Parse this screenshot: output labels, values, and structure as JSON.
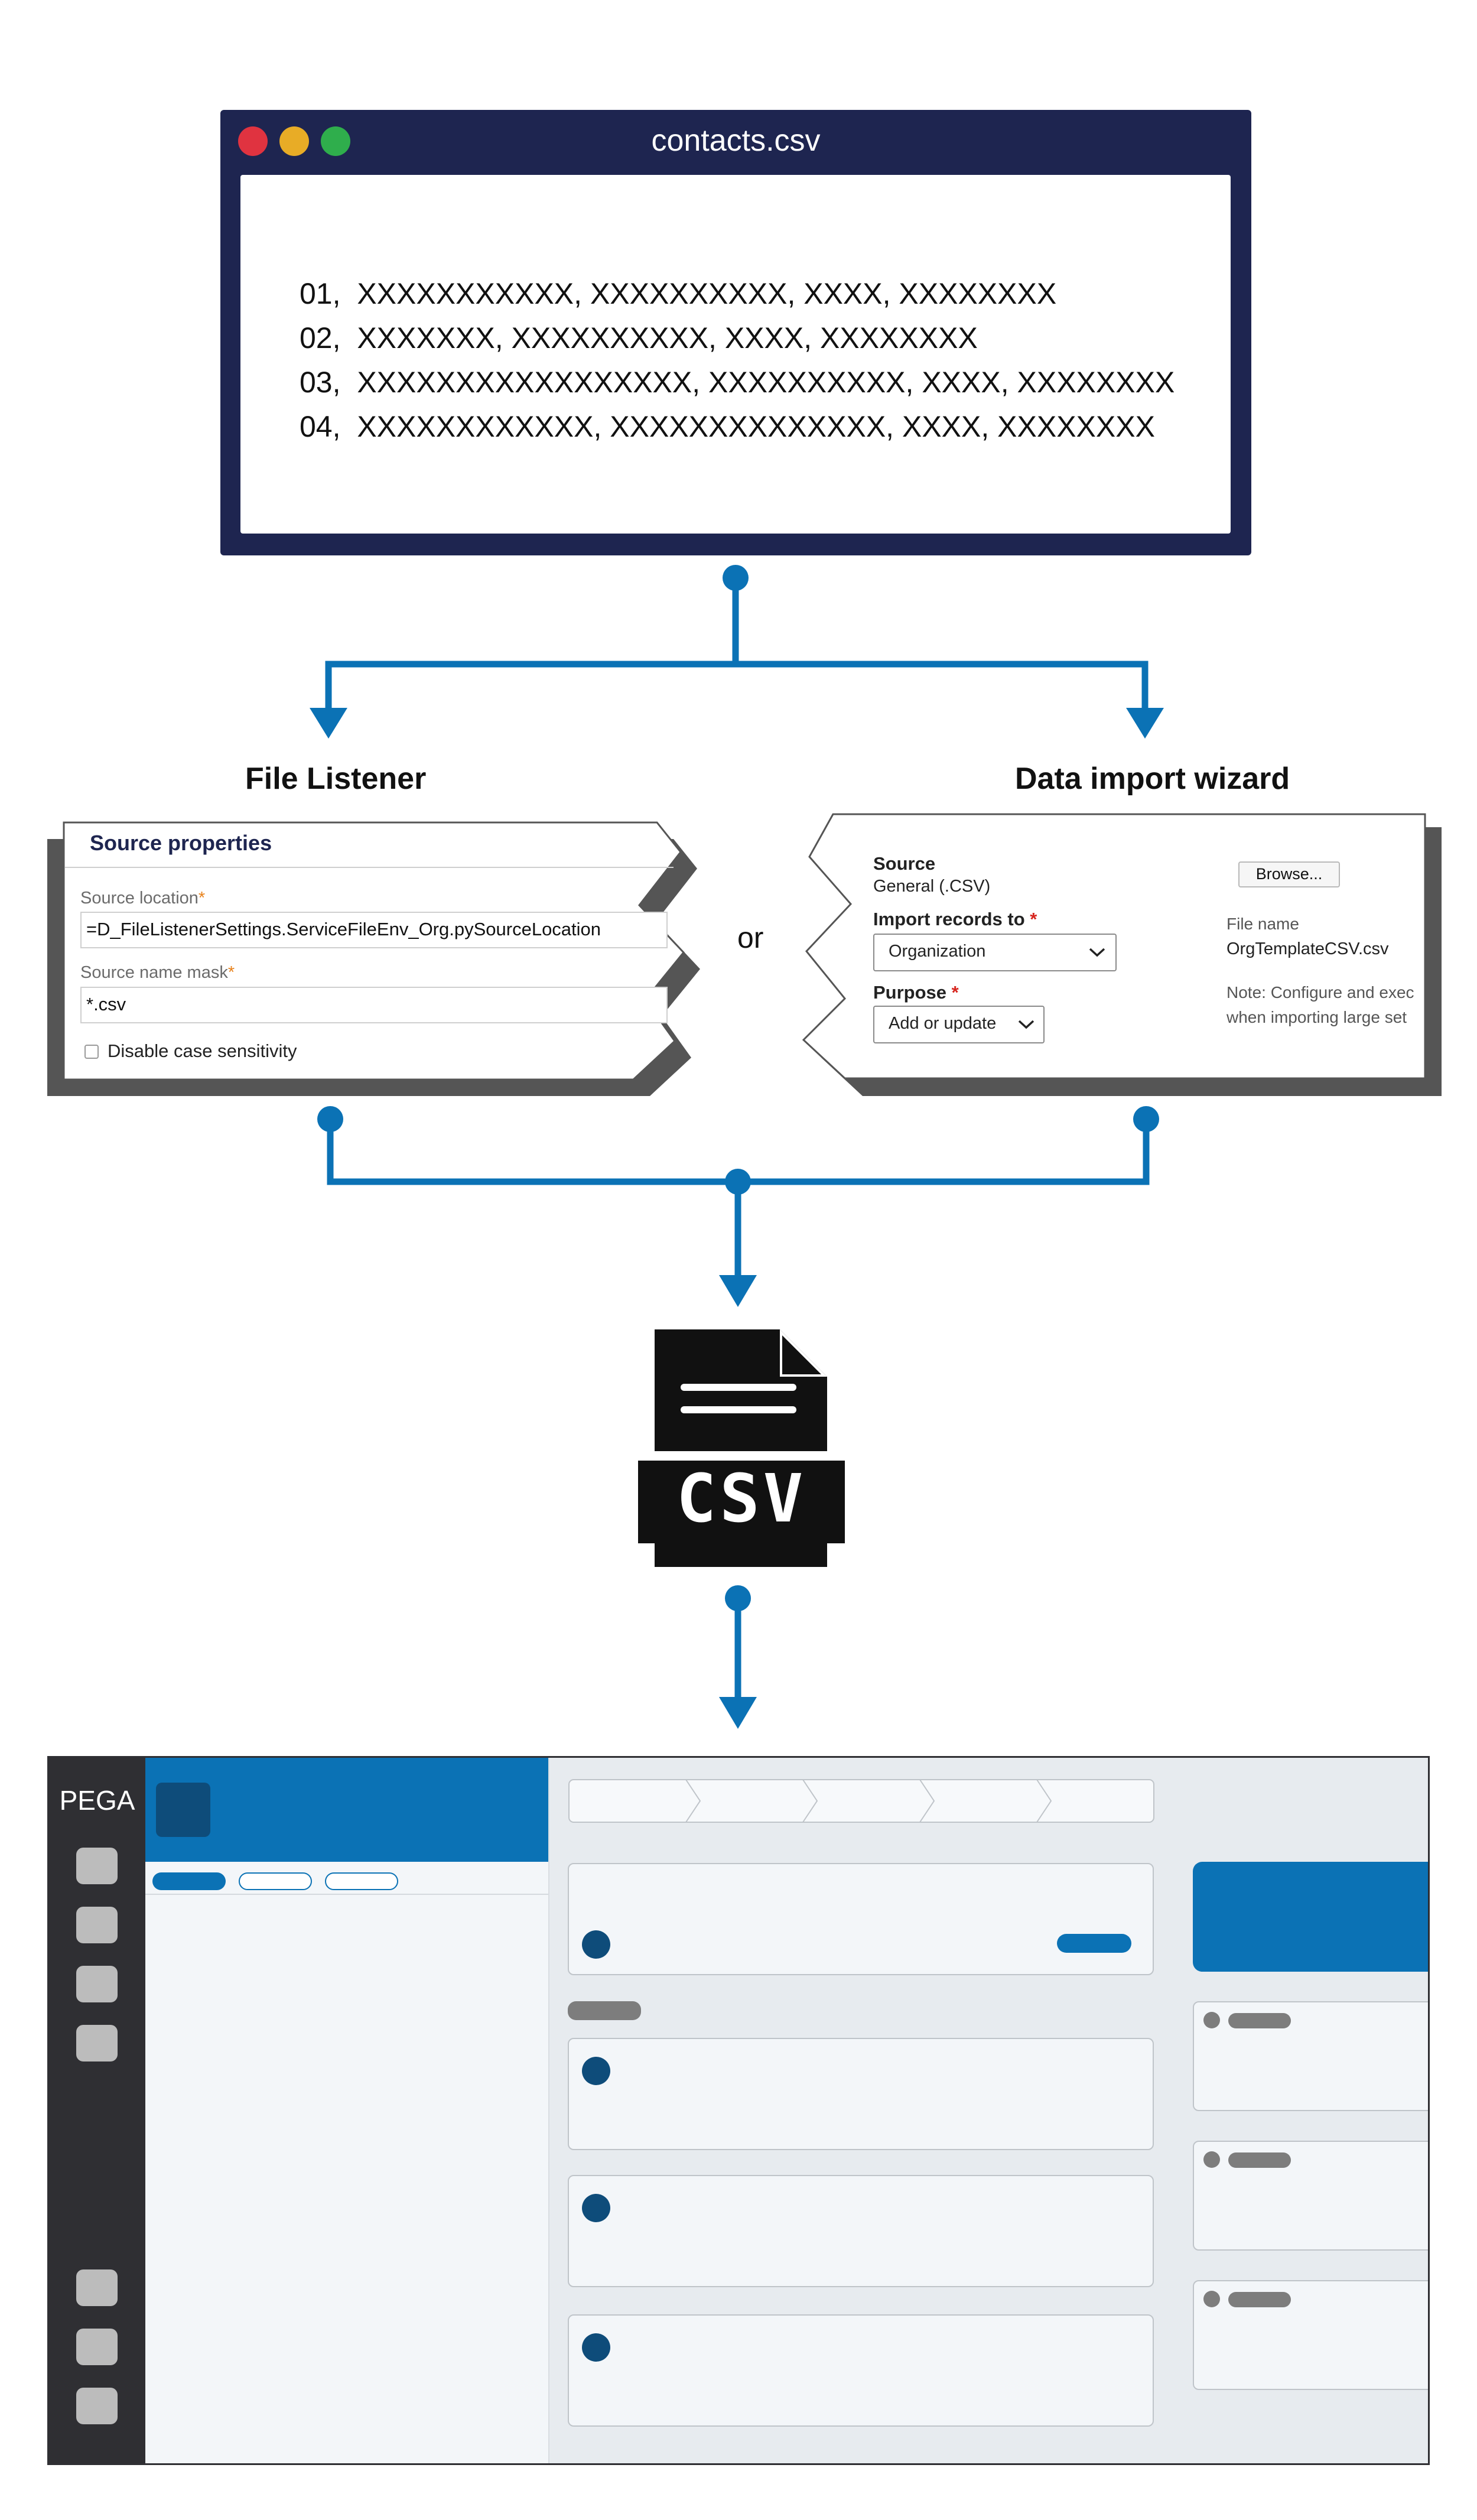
{
  "window": {
    "title": "contacts.csv",
    "lines": [
      {
        "num": "01,",
        "text": "XXXXXXXXXXX, XXXXXXXXXX, XXXX, XXXXXXXX"
      },
      {
        "num": "02,",
        "text": "XXXXXXX, XXXXXXXXXX, XXXX, XXXXXXXX"
      },
      {
        "num": "03,",
        "text": "XXXXXXXXXXXXXXXXX, XXXXXXXXXX, XXXX, XXXXXXXX"
      },
      {
        "num": "04,",
        "text": "XXXXXXXXXXXX, XXXXXXXXXXXXXX, XXXX, XXXXXXXX"
      }
    ]
  },
  "file_listener": {
    "title": "File Listener",
    "section_header": "Source properties",
    "source_location_label": "Source location",
    "source_location_value": "=D_FileListenerSettings.ServiceFileEnv_Org.pySourceLocation",
    "source_mask_label": "Source name mask",
    "source_mask_value": "*.csv",
    "checkbox_label": "Disable case sensitivity",
    "required_mark": "*"
  },
  "or_label": "or",
  "data_import": {
    "title": "Data import wizard",
    "source_label": "Source",
    "source_value": "General (.CSV)",
    "import_label": "Import records to",
    "import_value": "Organization",
    "purpose_label": "Purpose",
    "purpose_value": "Add or update",
    "browse_label": "Browse...",
    "file_name_label": "File name",
    "file_name_value": "OrgTemplateCSV.csv",
    "note_line1": "Note: Configure and exec",
    "note_line2": "when importing large set",
    "required_mark": "*"
  },
  "csv_icon": {
    "label": "CSV"
  },
  "pega_app": {
    "logo": "PEGA"
  },
  "colors": {
    "window_frame": "#1e2550",
    "connector": "#0b72b5",
    "pega_blue": "#0b72b5",
    "pega_nav": "#2f2f33",
    "dot_red": "#e03340",
    "dot_yellow": "#e8ac26",
    "dot_green": "#2fae4c"
  }
}
